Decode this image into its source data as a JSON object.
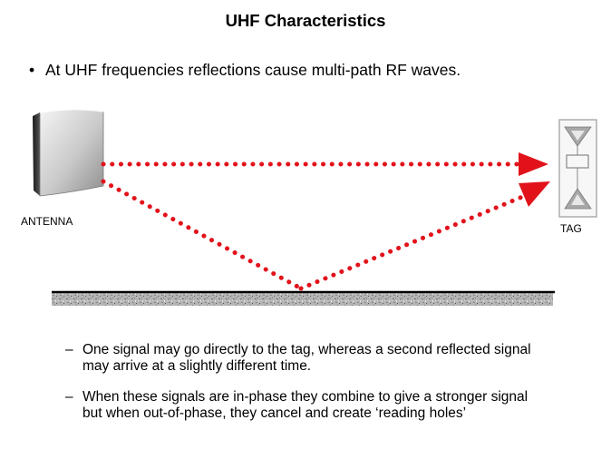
{
  "slide": {
    "title": "UHF Characteristics",
    "bullet": "At UHF frequencies reflections cause multi-path RF waves.",
    "antenna_label": "ANTENNA",
    "tag_label": "TAG",
    "sub_points": [
      "One signal may go directly to the tag, whereas a second reflected signal may arrive at a slightly different time.",
      "When these signals are in-phase they combine to give a stronger signal but when out-of-phase, they cancel and create ‘reading holes’"
    ]
  },
  "colors": {
    "signal": "#e2121b",
    "ground_line": "#000000",
    "ground_texture": "#9a9a9a"
  },
  "icons": {
    "antenna": "antenna-icon",
    "tag": "rfid-tag-icon"
  }
}
